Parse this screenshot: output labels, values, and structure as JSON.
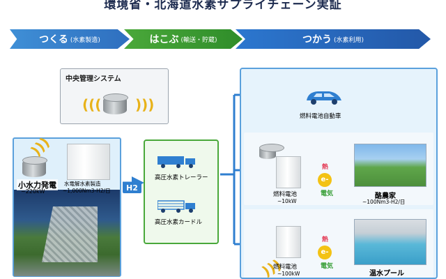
{
  "title": "環境省・北海道水素サプライチェーン実証",
  "stages": [
    {
      "label": "つくる",
      "sub": "(水素製造)"
    },
    {
      "label": "はこぶ",
      "sub": "(輸送・貯蔵)"
    },
    {
      "label": "つかう",
      "sub": "(水素利用)"
    }
  ],
  "management": {
    "label": "中央管理システム"
  },
  "production": {
    "plant_label": "小水力発電",
    "plant_capacity": "~220kW",
    "electrolysis_label": "水電解水素製造",
    "electrolysis_capacity": "~1,000Nm3-H2/日"
  },
  "h2_tag": "H2",
  "transport": {
    "truck1": "高圧水素トレーラー",
    "truck2": "高圧水素カードル"
  },
  "use": {
    "car_label": "燃料電池自動車",
    "fc1_label": "燃料電池",
    "fc1_capacity": "~10kW",
    "fc2_label": "燃料電池",
    "fc2_capacity": "~100kW",
    "heat": "熱",
    "electricity": "電気",
    "e_symbol": "e-",
    "farm_label": "酪農家",
    "farm_capacity": "~100Nm3-H2/日",
    "pool_label": "温水プール"
  },
  "colors": {
    "h2_blue": "#2f7fd0",
    "stage_green": "#3f9a32",
    "heat_red": "#e4405a",
    "elec_green": "#3aa03a"
  }
}
